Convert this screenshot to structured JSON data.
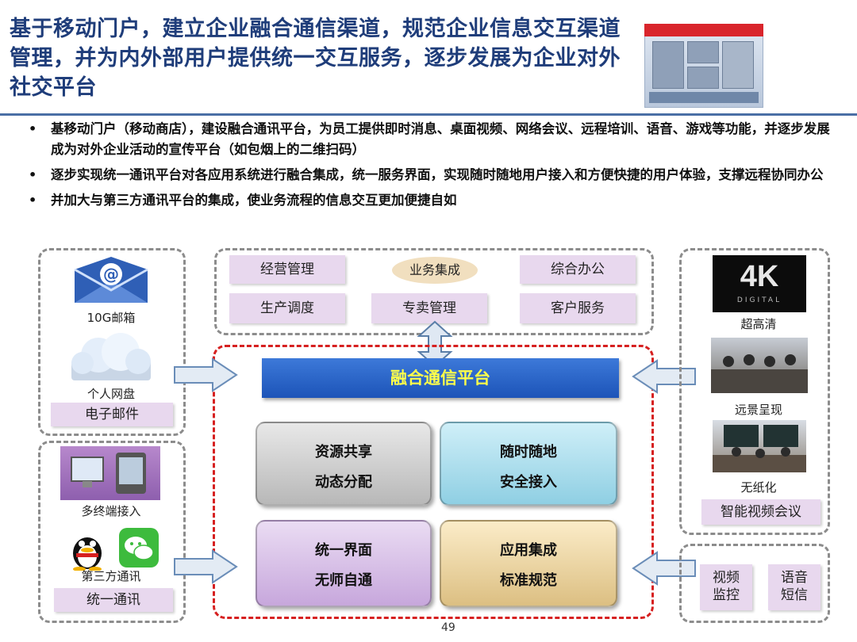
{
  "header": {
    "title": "基于移动门户，建立企业融合通信渠道，规范企业信息交互渠道管理，并为内外部用户提供统一交互服务，逐步发展为企业对外社交平台"
  },
  "bullets": [
    "基移动门户（移动商店），建设融合通讯平台，为员工提供即时消息、桌面视频、网络会议、远程培训、语音、游戏等功能，并逐步发展成为对外企业活动的宣传平台（如包烟上的二维扫码）",
    "逐步实现统一通讯平台对各应用系统进行融合集成，统一服务界面，实现随时随地用户接入和方便快捷的用户体验，支撑远程协同办公",
    "并加大与第三方通讯平台的集成，使业务流程的信息交互更加便捷自如"
  ],
  "left_top": {
    "mail_caption": "10G邮箱",
    "disk_caption": "个人网盘",
    "label": "电子邮件"
  },
  "left_bottom": {
    "terminal_caption": "多终端接入",
    "thirdparty_caption": "第三方通讯",
    "label": "统一通讯"
  },
  "top_box": {
    "items": [
      "经营管理",
      "业务集成",
      "综合办公",
      "生产调度",
      "专卖管理",
      "客户服务"
    ]
  },
  "platform": {
    "title": "融合通信平台",
    "tiles": [
      {
        "line1": "资源共享",
        "line2": "动态分配"
      },
      {
        "line1": "随时随地",
        "line2": "安全接入"
      },
      {
        "line1": "统一界面",
        "line2": "无师自通"
      },
      {
        "line1": "应用集成",
        "line2": "标准规范"
      }
    ]
  },
  "right_top": {
    "captions": [
      "超高清",
      "远景呈现",
      "无纸化"
    ],
    "label": "智能视频会议",
    "badge_4k": "4K",
    "badge_digital": "DIGITAL"
  },
  "right_bottom": {
    "items": [
      "视频\n监控",
      "语音\n短信"
    ]
  },
  "page_number": "49",
  "colors": {
    "title": "#1f3d7a",
    "platform_text": "#ffff4a",
    "red_dash": "#d62020"
  }
}
